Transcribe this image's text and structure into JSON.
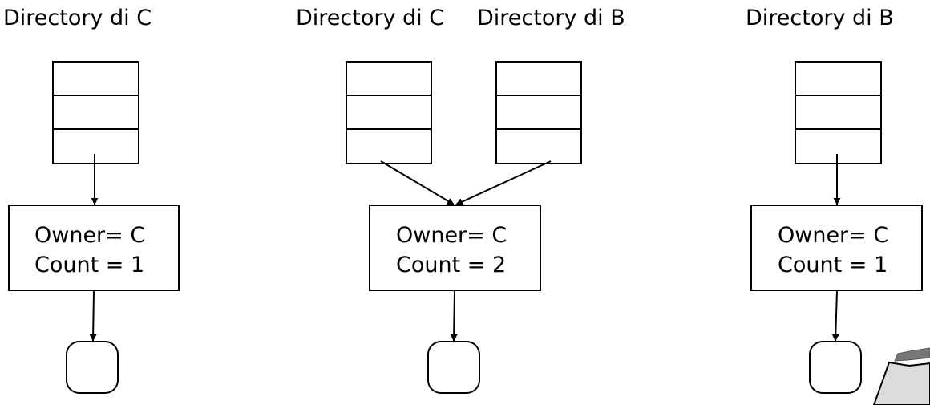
{
  "panels": [
    {
      "titles": [
        "Directory di C"
      ],
      "inode": {
        "owner": "Owner= C",
        "count": "Count = 1"
      }
    },
    {
      "titles": [
        "Directory di C",
        "Directory di B"
      ],
      "inode": {
        "owner": "Owner= C",
        "count": "Count = 2"
      }
    },
    {
      "titles": [
        "Directory di B"
      ],
      "inode": {
        "owner": "Owner= C",
        "count": "Count = 1"
      }
    }
  ]
}
